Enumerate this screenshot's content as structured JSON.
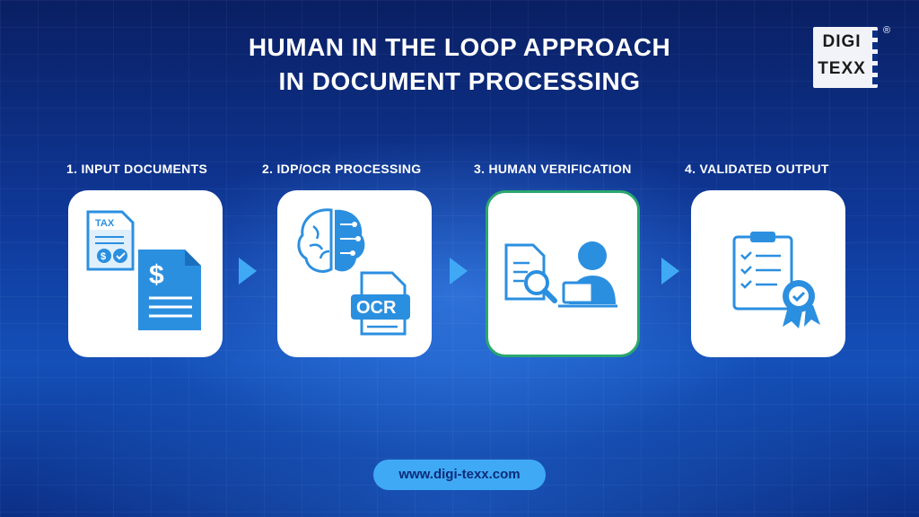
{
  "title": {
    "line1": "HUMAN IN THE LOOP APPROACH",
    "line2": "IN DOCUMENT PROCESSING"
  },
  "logo": {
    "line1": "DIGI",
    "line2": "TEXX",
    "registered": "®"
  },
  "steps": [
    {
      "label": "1. INPUT DOCUMENTS",
      "icon": "documents-icon",
      "doc_tag": "TAX",
      "doc_currency": "$",
      "coin_currency": "$"
    },
    {
      "label": "2. IDP/OCR PROCESSING",
      "icon": "brain-ocr-icon",
      "ocr_text": "OCR"
    },
    {
      "label": "3. HUMAN VERIFICATION",
      "icon": "human-verification-icon"
    },
    {
      "label": "4. VALIDATED OUTPUT",
      "icon": "validated-clipboard-icon"
    }
  ],
  "footer": {
    "url": "www.digi-texx.com"
  },
  "colors": {
    "accent": "#2b8fe0",
    "active_border": "#2aa76f",
    "url_pill": "#3fa9f5"
  }
}
